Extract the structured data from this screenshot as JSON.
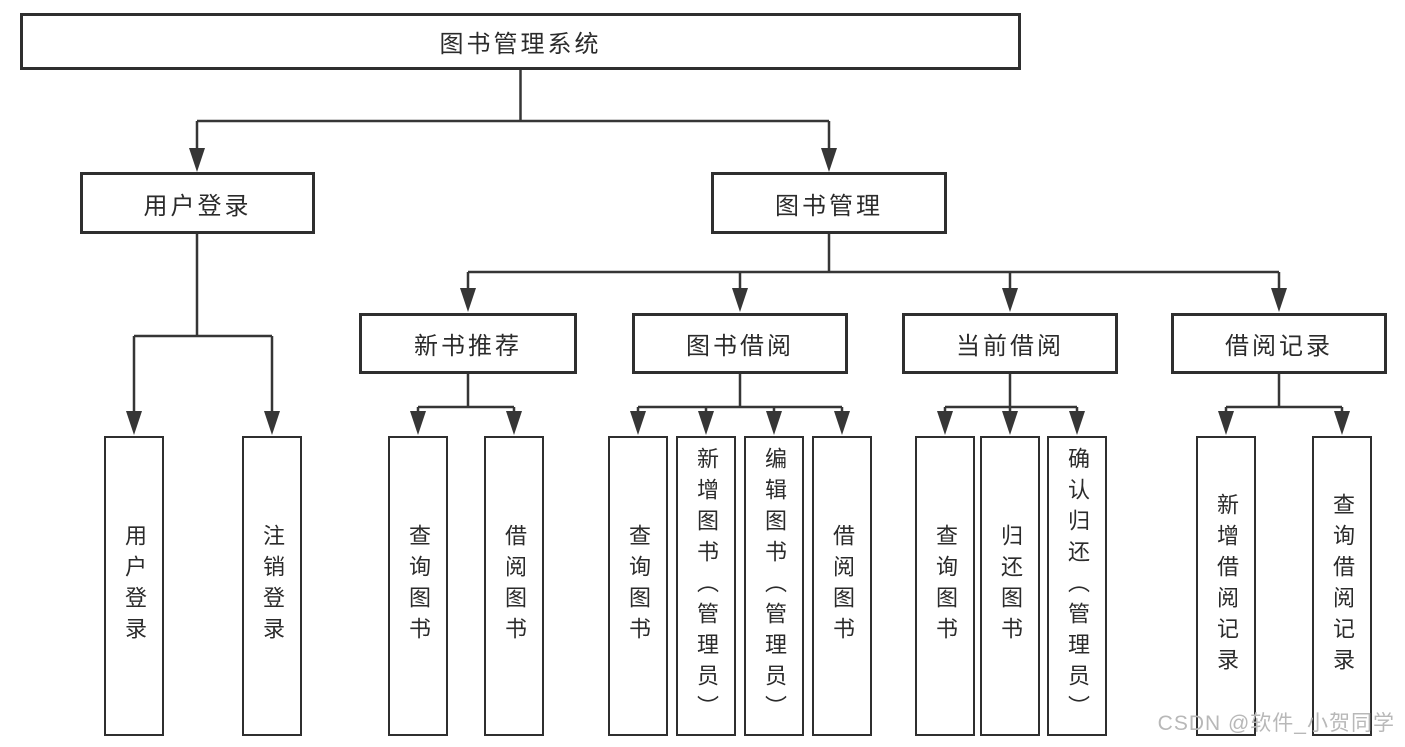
{
  "colors": {
    "line": "#363636",
    "box_border": "#2f2f2f",
    "text": "#2b2b2b",
    "watermark_text": "#b8b8b8",
    "background": "#ffffff"
  },
  "watermark": "CSDN @软件_小贺同学",
  "tree": {
    "label": "图书管理系统",
    "children": [
      {
        "label": "用户登录",
        "children": [
          {
            "label": "用户登录"
          },
          {
            "label": "注销登录"
          }
        ]
      },
      {
        "label": "图书管理",
        "children": [
          {
            "label": "新书推荐",
            "children": [
              {
                "label": "查询图书"
              },
              {
                "label": "借阅图书"
              }
            ]
          },
          {
            "label": "图书借阅",
            "children": [
              {
                "label": "查询图书"
              },
              {
                "label": "新增图书（管理员）"
              },
              {
                "label": "编辑图书（管理员）"
              },
              {
                "label": "借阅图书"
              }
            ]
          },
          {
            "label": "当前借阅",
            "children": [
              {
                "label": "查询图书"
              },
              {
                "label": "归还图书"
              },
              {
                "label": "确认归还（管理员）"
              }
            ]
          },
          {
            "label": "借阅记录",
            "children": [
              {
                "label": "新增借阅记录"
              },
              {
                "label": "查询借阅记录"
              }
            ]
          }
        ]
      }
    ]
  }
}
